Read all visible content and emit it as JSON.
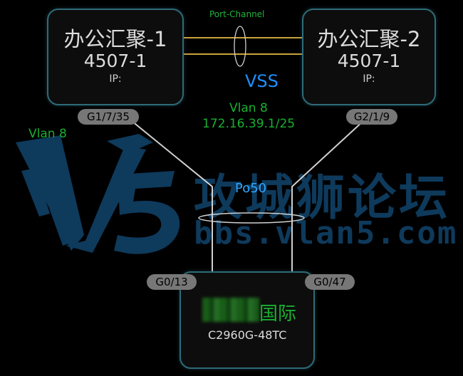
{
  "watermark": {
    "logo_text": "V5",
    "site_name": "攻城狮论坛",
    "site_url": "bbs.vlan5.com",
    "color": "#0e3a5c"
  },
  "core_left": {
    "name": "办公汇聚-1",
    "model": "4507-1",
    "ip_label": "IP:"
  },
  "core_right": {
    "name": "办公汇聚-2",
    "model": "4507-1",
    "ip_label": "IP:"
  },
  "access": {
    "name_visible": "国际",
    "model": "C2960G-48TC"
  },
  "ports": {
    "core_left_port": "G1/7/35",
    "core_right_port": "G2/1/9",
    "access_left_port": "G0/13",
    "access_right_port": "G0/47"
  },
  "labels": {
    "port_channel": "Port-Channel",
    "vss": "VSS",
    "vlan_center": "Vlan 8",
    "ip_center": "172.16.39.1/25",
    "vlan_left": "Vlan 8",
    "po50": "Po50"
  },
  "colors": {
    "bg": "#000000",
    "node_border": "#2e6b78",
    "port_channel_link": "#c8a23a",
    "uplink": "#d0d0d0",
    "vss": "#1e90ff",
    "vlan_green": "#19b030",
    "port_channel_text": "#22b33a"
  }
}
